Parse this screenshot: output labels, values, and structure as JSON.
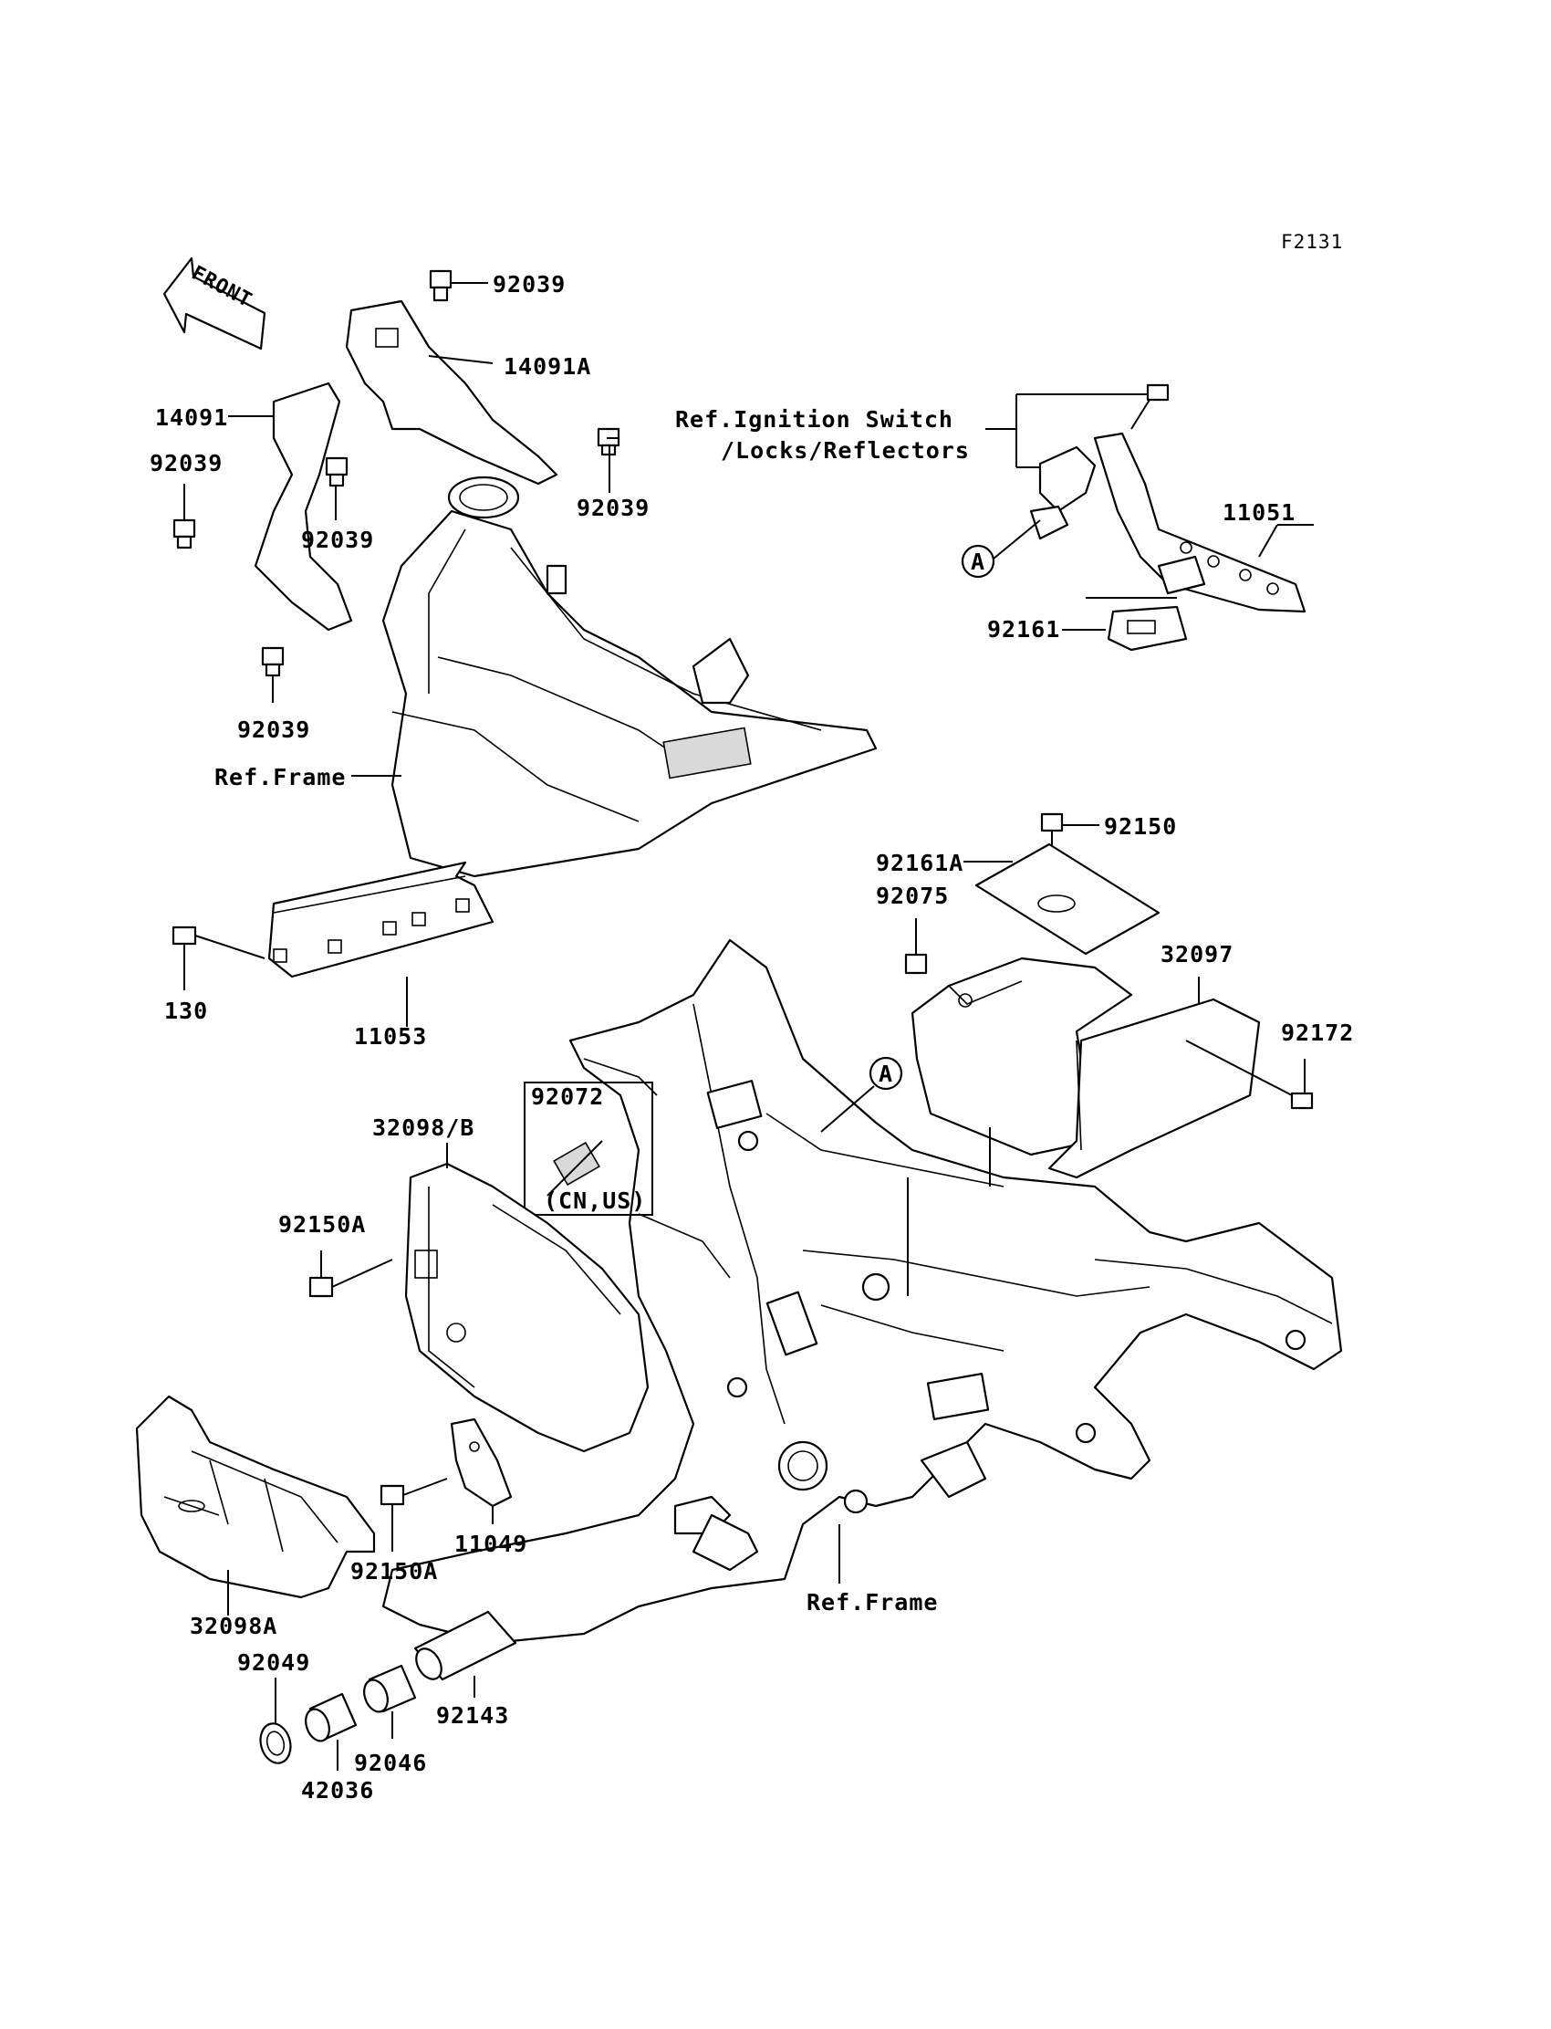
{
  "diagram": {
    "code": "F2131",
    "front_label": "FRONT",
    "callouts": {
      "p92039_top": "92039",
      "p14091A": "14091A",
      "p14091": "14091",
      "p92039_left": "92039",
      "p92039_mid": "92039",
      "p92039_right": "92039",
      "p92039_bottom": "92039",
      "ref_ignition_1": "Ref.Ignition Switch",
      "ref_ignition_2": "/Locks/Reflectors",
      "p11051": "11051",
      "circle_a_top": "A",
      "p92161": "92161",
      "ref_frame_top": "Ref.Frame",
      "p130": "130",
      "p11053": "11053",
      "p92150": "92150",
      "p92161A": "92161A",
      "p92075": "92075",
      "p32097": "32097",
      "p92172": "92172",
      "circle_a_mid": "A",
      "p92072": "92072",
      "cn_us": "(CN,US)",
      "p32098B": "32098/B",
      "p92150A_top": "92150A",
      "p92150A_bottom": "92150A",
      "p11049": "11049",
      "ref_frame_bottom": "Ref.Frame",
      "p32098A": "32098A",
      "p92049": "92049",
      "p92143": "92143",
      "p92046": "92046",
      "p42036": "42036"
    }
  }
}
